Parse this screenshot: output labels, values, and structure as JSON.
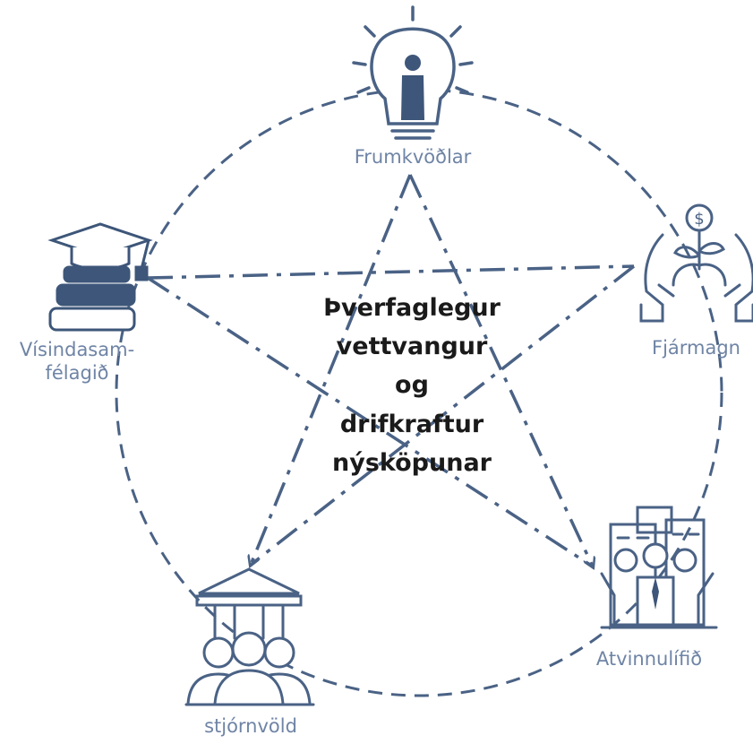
{
  "center": {
    "lines": [
      "Þverfaglegur",
      "vettvangur",
      "og",
      "drifkraftur",
      "nýsköpunar"
    ]
  },
  "nodes": {
    "frumkvodlar": {
      "label": "Frumkvöðlar",
      "icon": "lightbulb-person-icon"
    },
    "fjarmagn": {
      "label": "Fjármagn",
      "icon": "hands-money-plant-icon"
    },
    "atvinnulifid": {
      "label": "Atvinnulífið",
      "icon": "business-people-icon"
    },
    "stjornvold": {
      "label": "stjórnvöld",
      "icon": "government-building-icon"
    },
    "visindasamfelagid": {
      "label_line1": "Vísindasam-",
      "label_line2": "félagið",
      "icon": "books-graduation-cap-icon"
    }
  },
  "colors": {
    "icon_fill": "#3d5679",
    "icon_stroke": "#4a6285",
    "label": "#6f84a5",
    "text": "#1a1a1a"
  }
}
